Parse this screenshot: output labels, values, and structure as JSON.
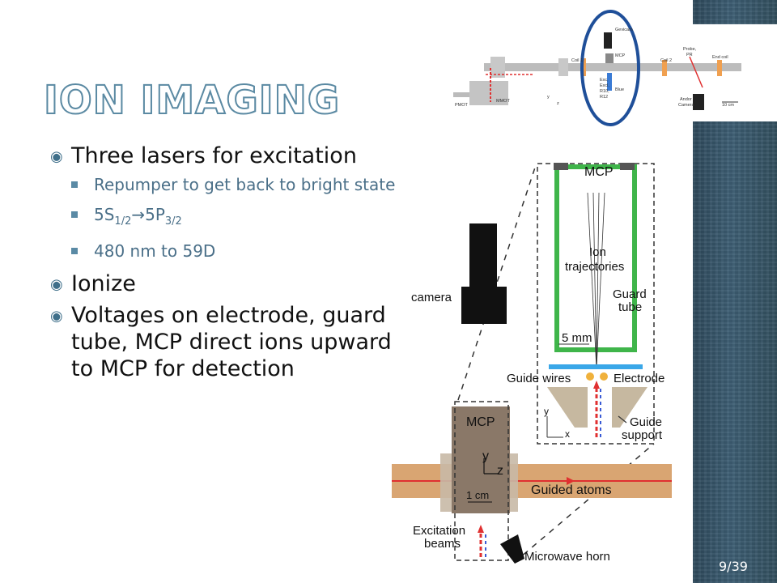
{
  "title": "ION IMAGING",
  "bullets": {
    "b1": "Three lasers for excitation",
    "b1_sub": [
      "Repumper to get back to bright state",
      "480 nm to 59D"
    ],
    "b1_transition": {
      "a": "5S",
      "a_sub": "1/2",
      "arrow": "→",
      "b": "5P",
      "b_sub": "3/2"
    },
    "b2": "Ionize",
    "b3": "Voltages on electrode, guard tube, MCP direct ions upward to MCP for detection"
  },
  "diagram": {
    "mcp_top": "MCP",
    "ion": "Ion",
    "trajectories": "trajectories",
    "guard": "Guard",
    "tube": "tube",
    "scale_5mm": "5 mm",
    "guide_wires": "Guide wires",
    "electrode": "Electrode",
    "guide": "Guide",
    "support": "support",
    "axis_y": "y",
    "axis_x": "x",
    "camera": "camera",
    "mcp_side": "MCP",
    "axis_y2": "y",
    "axis_z2": "z",
    "scale_1cm": "1 cm",
    "guided_atoms": "Guided atoms",
    "excitation": "Excitation",
    "beams": "beams",
    "microwave_horn": "Microwave horn"
  },
  "thumbnail": {
    "gevicam": "Gevicam",
    "mcp": "MCP",
    "coil1": "Coil 1",
    "coil2": "Coil 2",
    "probe": "Probe,",
    "pr": "PR",
    "end_coil": "End coil",
    "exc": "Exc,",
    "excl": "Excl,",
    "r10": "R10,",
    "r12": "R12",
    "blue": "Blue",
    "andor": "Andor",
    "camera": "Camera",
    "mmot": "MMOT",
    "pmot": "PMOT",
    "axis_y": "y",
    "axis_z": "z",
    "scale": "10 cm"
  },
  "page_number": "9/39",
  "colors": {
    "accent": "#3f6f8a",
    "guard_tube": "#3fb54a",
    "electrode": "#3aa7e8",
    "guided_atoms": "#d9a572",
    "laser": "#e03030",
    "ring": "#1f4f99"
  }
}
